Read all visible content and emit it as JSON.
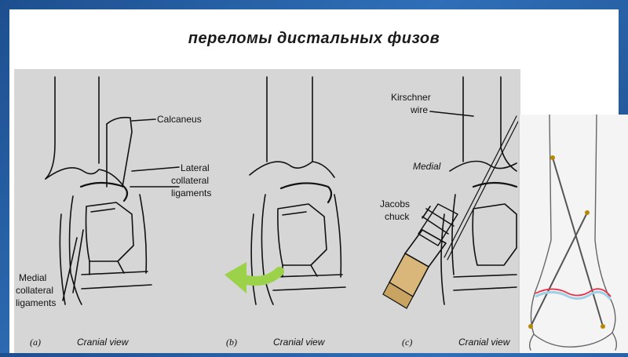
{
  "slide": {
    "title": "переломы дистальных физов"
  },
  "figure": {
    "labels": {
      "calcaneus": "Calcaneus",
      "lateral_line1": "Lateral",
      "lateral_line2": "collateral",
      "lateral_line3": "ligaments",
      "medial_line1": "Medial",
      "medial_line2": "collateral",
      "medial_line3": "ligaments",
      "kirschner_line1": "Kirschner",
      "kirschner_line2": "wire",
      "medial_side": "Medial",
      "jacobs_line1": "Jacobs",
      "jacobs_line2": "chuck"
    },
    "panels": [
      {
        "letter": "(a)",
        "view": "Cranial view"
      },
      {
        "letter": "(b)",
        "view": "Cranial view"
      },
      {
        "letter": "(c)",
        "view": "Cranial view"
      }
    ],
    "colors": {
      "arrow": "#9bd24a",
      "fracture_line": "#e8334a",
      "fracture_shadow": "#9fd0e6",
      "pin_tip": "#b58a00"
    }
  }
}
